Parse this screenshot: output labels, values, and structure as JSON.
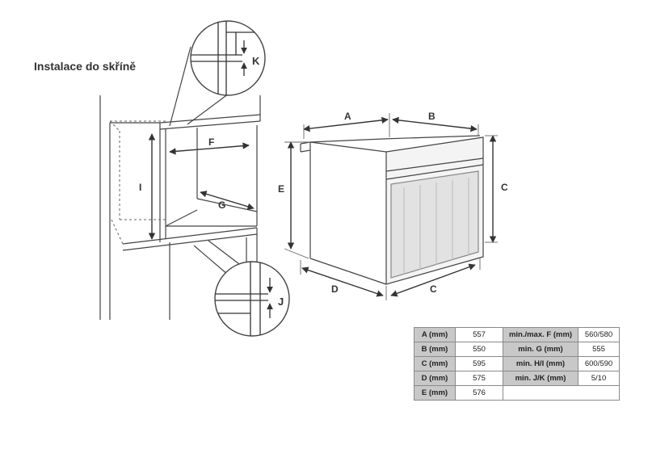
{
  "title": "Instalace do skříně",
  "diagram": {
    "labels": {
      "A": "A",
      "B": "B",
      "C_top": "C",
      "C_bottom": "C",
      "D": "D",
      "E": "E",
      "F": "F",
      "G": "G",
      "I": "I",
      "K": "K",
      "J": "J"
    },
    "colors": {
      "line": "#333333",
      "light": "#999999"
    }
  },
  "table": {
    "rows": [
      {
        "label1": "A (mm)",
        "value1": "557",
        "label2": "min./max. F (mm)",
        "value2": "560/580"
      },
      {
        "label1": "B (mm)",
        "value1": "550",
        "label2": "min. G (mm)",
        "value2": "555"
      },
      {
        "label1": "C (mm)",
        "value1": "595",
        "label2": "min. H/I (mm)",
        "value2": "600/590"
      },
      {
        "label1": "D (mm)",
        "value1": "575",
        "label2": "min. J/K (mm)",
        "value2": "5/10"
      },
      {
        "label1": "E (mm)",
        "value1": "576",
        "label2": "",
        "value2": ""
      }
    ]
  }
}
